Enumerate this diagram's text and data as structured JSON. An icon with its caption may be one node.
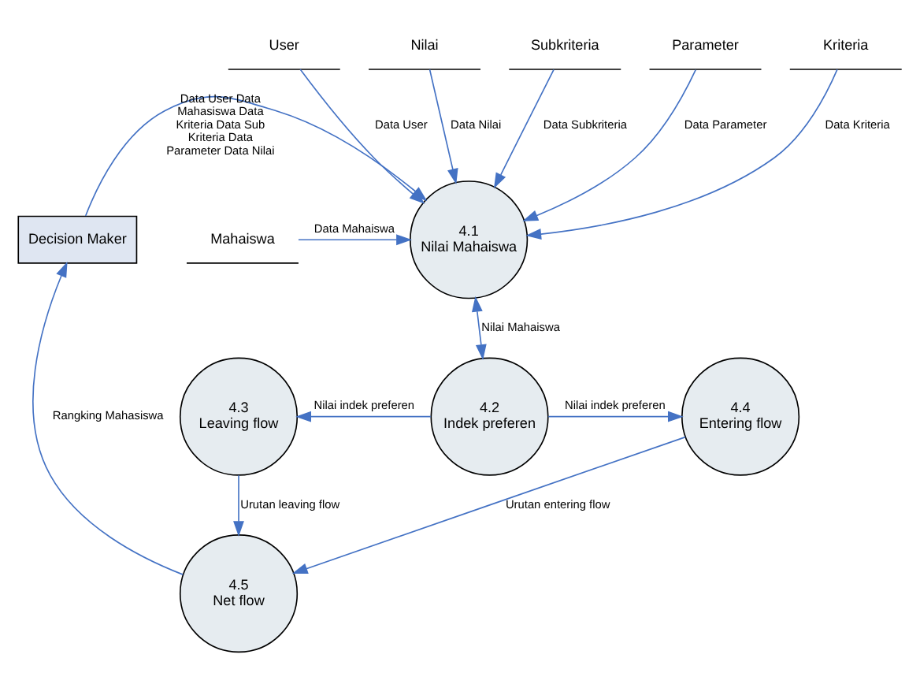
{
  "diagram": {
    "nodes": [
      {
        "text": [
          "Decision Maker"
        ]
      },
      {
        "text": [
          "4.1",
          "Nilai Mahaiswa"
        ]
      },
      {
        "text": [
          "User"
        ]
      },
      {
        "text": [
          "Nilai"
        ]
      },
      {
        "text": [
          "Subkriteria"
        ]
      },
      {
        "text": [
          "Mahaiswa"
        ]
      },
      {
        "text": [
          "Parameter"
        ]
      },
      {
        "text": [
          "Kriteria"
        ]
      },
      {
        "text": [
          "4.3",
          "Leaving flow"
        ]
      },
      {
        "text": [
          "4.2",
          "Indek preferen"
        ]
      },
      {
        "text": [
          "4.4",
          "Entering flow"
        ]
      },
      {
        "text": [
          "4.5",
          "Net flow"
        ]
      }
    ],
    "edges": [
      {
        "from": 0,
        "to": 1,
        "arrow": "to",
        "label": "Data User Data Mahasiswa Data Kriteria Data Sub Kriteria Data Parameter Data Nilai"
      },
      {
        "from": 2,
        "to": 1,
        "arrow": "to",
        "label": "Data User"
      },
      {
        "from": 3,
        "to": 1,
        "arrow": "to",
        "label": "Data Nilai"
      },
      {
        "from": 4,
        "to": 1,
        "arrow": "to",
        "label": "Data Subkriteria"
      },
      {
        "from": 5,
        "to": 1,
        "arrow": "to",
        "label": "Data Mahaiswa"
      },
      {
        "from": 6,
        "to": 1,
        "arrow": "to",
        "label": "Data Parameter"
      },
      {
        "from": 7,
        "to": 1,
        "arrow": "to",
        "label": "Data Kriteria"
      },
      {
        "from": 1,
        "to": 9,
        "arrow": "both",
        "label": "Nilai Mahaiswa"
      },
      {
        "from": 9,
        "to": 8,
        "arrow": "to",
        "label": "Nilai indek preferen"
      },
      {
        "from": 9,
        "to": 10,
        "arrow": "to",
        "label": "Nilai indek preferen"
      },
      {
        "from": 8,
        "to": 11,
        "arrow": "to",
        "label": "Urutan leaving flow"
      },
      {
        "from": 10,
        "to": 11,
        "arrow": "to",
        "label": "Urutan entering flow"
      },
      {
        "from": 11,
        "to": 0,
        "arrow": "to",
        "label": "Rangking Mahasiswa"
      }
    ]
  }
}
